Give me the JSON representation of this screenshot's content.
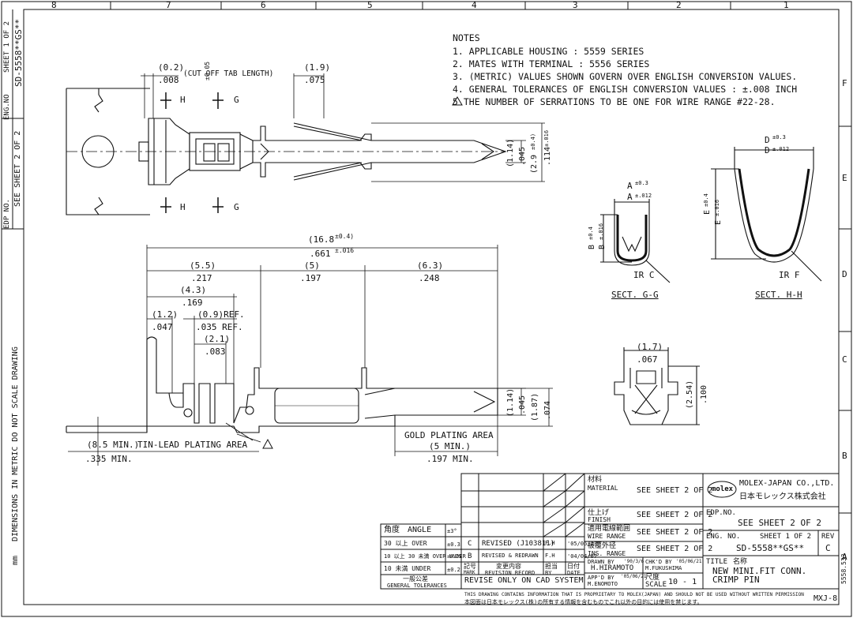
{
  "border": {
    "columns": [
      "8",
      "7",
      "6",
      "5",
      "4",
      "3",
      "2",
      "1"
    ],
    "rows": [
      "A",
      "B",
      "C",
      "D",
      "E",
      "F"
    ]
  },
  "side": {
    "sheet": "SHEET 1 OF 2",
    "doc": "SD-5558**GS**",
    "eng_no": "ENG.NO",
    "see_sheet": "SEE SHEET 2 OF 2",
    "edp_no": "EDP NO.",
    "dims_note": "DIMENSIONS IN METRIC DO NOT SCALE DRAWING",
    "unit": "mm",
    "right_code": "5558.533"
  },
  "notes": {
    "title": "NOTES",
    "items": [
      "1. APPLICABLE HOUSING : 5559 SERIES",
      "2. MATES WITH TERMINAL : 5556 SERIES",
      "3. (METRIC) VALUES SHOWN GOVERN OVER ENGLISH CONVERSION VALUES.",
      "4. GENERAL TOLERANCES OF ENGLISH CONVERSION VALUES : ±.008 INCH",
      "5  THE NUMBER OF SERRATIONS TO BE ONE FOR WIRE RANGE #22-28."
    ]
  },
  "dims": {
    "cutoff_mm": "(0.2)",
    "cutoff_in": ".008",
    "cutoff_label": "(CUT OFF TAB LENGTH)",
    "cutoff_tol": "±0.05",
    "tip_mm": "(1.9)",
    "tip_in": ".075",
    "h_label": "H",
    "g_label": "G",
    "top_h1": "(1.14)",
    "top_h2": ".045",
    "top_w1": "(2.9",
    "top_w1_tol": "±0.4)",
    "top_w2": ".114",
    "top_w2_tol": "±.016",
    "overall_mm": "(16.8",
    "overall_mm_tol": "±0.4)",
    "overall_in": ".661",
    "overall_in_tol": "±.016",
    "d55": "(5.5)",
    "d55_in": ".217",
    "d5": "(5)",
    "d5_in": ".197",
    "d63": "(6.3)",
    "d63_in": ".248",
    "d43": "(4.3)",
    "d43_in": ".169",
    "d12": "(1.2)",
    "d12_in": ".047",
    "d09": "(0.9)REF.",
    "d09_in": ".035 REF.",
    "d21": "(2.1)",
    "d21_in": ".083",
    "side_h1": "(1.14)",
    "side_h1_in": ".045",
    "side_h2": "(1.87)",
    "side_h2_in": ".074",
    "tin_min": "(8.5 MIN.)",
    "tin_label": "TIN-LEAD PLATING AREA",
    "tin_in": ".335 MIN.",
    "gold_label": "GOLD PLATING AREA",
    "gold_min": "(5 MIN.)",
    "gold_in": ".197 MIN.",
    "end_w": "(1.7)",
    "end_w_in": ".067",
    "end_h": "(2.54)",
    "end_h_in": ".100"
  },
  "sections": {
    "gg_a1": "A",
    "gg_a1_tol": "±0.3",
    "gg_a2": "A",
    "gg_a2_tol": "±.012",
    "gg_b1": "B",
    "gg_b1_tol": "±0.4",
    "gg_b2": "B",
    "gg_b2_tol": "±.016",
    "gg_ir": "IR C",
    "gg_label": "SECT. G-G",
    "hh_d1": "D",
    "hh_d1_tol": "±0.3",
    "hh_d2": "D",
    "hh_d2_tol": "±.012",
    "hh_e1": "E",
    "hh_e1_tol": "±0.4",
    "hh_e2": "E",
    "hh_e2_tol": "±.016",
    "hh_ir": "IR F",
    "hh_label": "SECT. H-H"
  },
  "titleblock": {
    "material_jp": "材料",
    "material": "MATERIAL",
    "material_val": "SEE SHEET 2 OF 2",
    "finish_jp": "仕上げ",
    "finish": "FINISH",
    "finish_val": "SEE SHEET 2 OF 2",
    "wire_jp": "適用電線範囲",
    "wire": "WIRE RANGE",
    "wire_val": "SEE SHEET 2 OF 2",
    "ins_jp": "被覆外径",
    "ins": "INS. RANGE",
    "ins_val": "SEE SHEET 2 OF 2",
    "company_en": "MOLEX-JAPAN CO.,LTD.",
    "company_jp": "日本モレックス株式会社",
    "logo": "molex",
    "edp_no": "EDP.NO.",
    "edp_val": "SEE SHEET 2 OF 2",
    "eng_no": "ENG. NO.",
    "sheet": "SHEET 1 OF 2",
    "rev": "REV",
    "doc_no": "SD-5558**GS**",
    "rev_val": "C",
    "drawn_by": "DRAWN BY",
    "drawn_name": "H.HIRAMOTO",
    "drawn_date": "'90/3/6",
    "chkd_by": "CHK'D BY",
    "chkd_name": "M.FUKUSHIMA",
    "chkd_date": "'05/06/21",
    "appd_by": "APP'D BY",
    "appd_name": "M.ENOMOTO",
    "appd_date": "'05/06/21",
    "scale_jp": "尺度",
    "scale": "SCALE",
    "scale_val": "10 - 1",
    "title": "TITLE",
    "title_jp": "名称",
    "title_l1": "NEW MINI.FIT CONN.",
    "title_l2": "CRIMP PIN",
    "angle_jp": "角度",
    "angle": "ANGLE",
    "angle_tol": "±3°",
    "tol_rows": [
      {
        "range": "30 以上 OVER",
        "tol": "±0.3"
      },
      {
        "range": "10 以上 30 未満 OVER UNDER",
        "tol": "±0.25"
      },
      {
        "range": "10 未満 UNDER",
        "tol": "±0.2"
      }
    ],
    "general_tol_jp": "一般公差",
    "general_tol": "GENERAL TOLERANCES",
    "rev_rows": [
      {
        "mark": "C",
        "desc": "REVISED (J103811)",
        "by": "F.H",
        "date": "'05/06/23"
      },
      {
        "mark": "B",
        "desc": "REVISED & REDRAWN",
        "by": "F.H",
        "date": "'04/04/07"
      }
    ],
    "rev_hdr_mark": "記号",
    "rev_hdr_mark_en": "MARK",
    "rev_hdr_desc_jp": "変更内容",
    "rev_hdr_desc": "REVISION RECORD",
    "rev_hdr_by_jp": "担当",
    "rev_hdr_by": "BY",
    "rev_hdr_date_jp": "日付",
    "rev_hdr_date": "DATE",
    "cad_note": "REVISE ONLY ON CAD SYSTEM",
    "prop_en": "THIS DRAWING CONTAINS INFORMATION THAT IS PROPRIETARY TO MOLEX(JAPAN) AND SHOULD NOT BE USED WITHOUT WRITTEN PERMISSION",
    "prop_jp": "本図面は日本モレックス(株)の所有する情報を含むものでこれ以外の目的には使用を禁じます。",
    "form": "MXJ-8"
  }
}
